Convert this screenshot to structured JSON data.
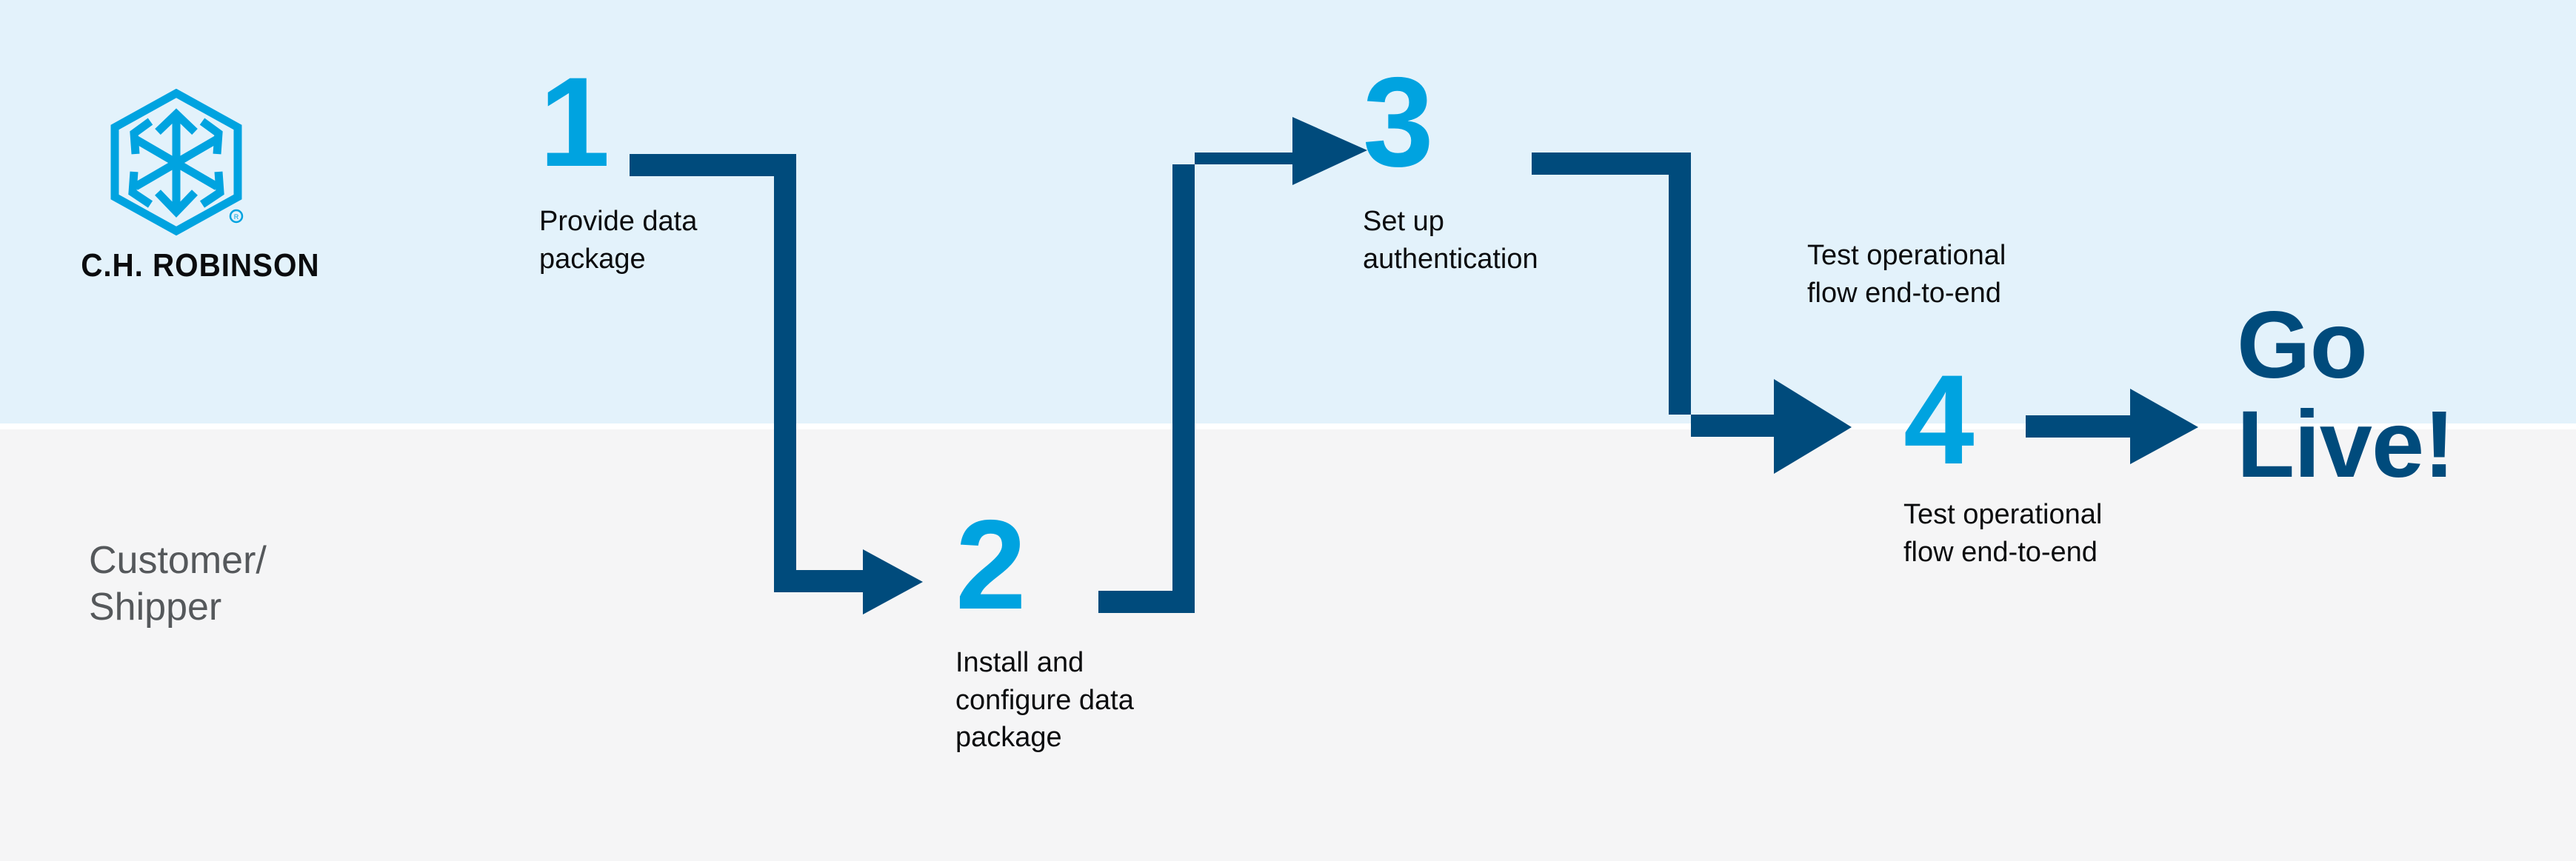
{
  "meta": {
    "title": "C.H. Robinson onboarding process flow",
    "colors": {
      "band_top": "#e3f2fb",
      "band_bottom": "#f5f5f6",
      "accent_light_blue": "#00a3e0",
      "accent_dark_blue": "#004b7c",
      "text_dark": "#0b0c0e",
      "text_gray": "#55585b"
    }
  },
  "brand": {
    "logo_icon": "hexagon-cube-arrows-icon",
    "wordmark": "C.H. ROBINSON"
  },
  "lane": {
    "label": "Customer/\nShipper"
  },
  "steps": [
    {
      "number": "1",
      "label": "Provide data\npackage"
    },
    {
      "number": "2",
      "label": "Install and\nconfigure data\npackage"
    },
    {
      "number": "3",
      "label": "Set up\nauthentication"
    },
    {
      "number": "4",
      "label": "Test operational\nflow end-to-end"
    }
  ],
  "captions": {
    "test_flow_top": "Test operational\nflow end-to-end"
  },
  "outcome": {
    "label": "Go\nLive!"
  },
  "connectors": [
    {
      "name": "connector-1-to-2",
      "path": "right-down-right-arrow"
    },
    {
      "name": "connector-2-to-3",
      "path": "right-up-right-arrow"
    },
    {
      "name": "connector-3-to-4",
      "path": "right-down-right-arrow"
    },
    {
      "name": "connector-4-to-golive",
      "path": "right-arrow"
    }
  ]
}
